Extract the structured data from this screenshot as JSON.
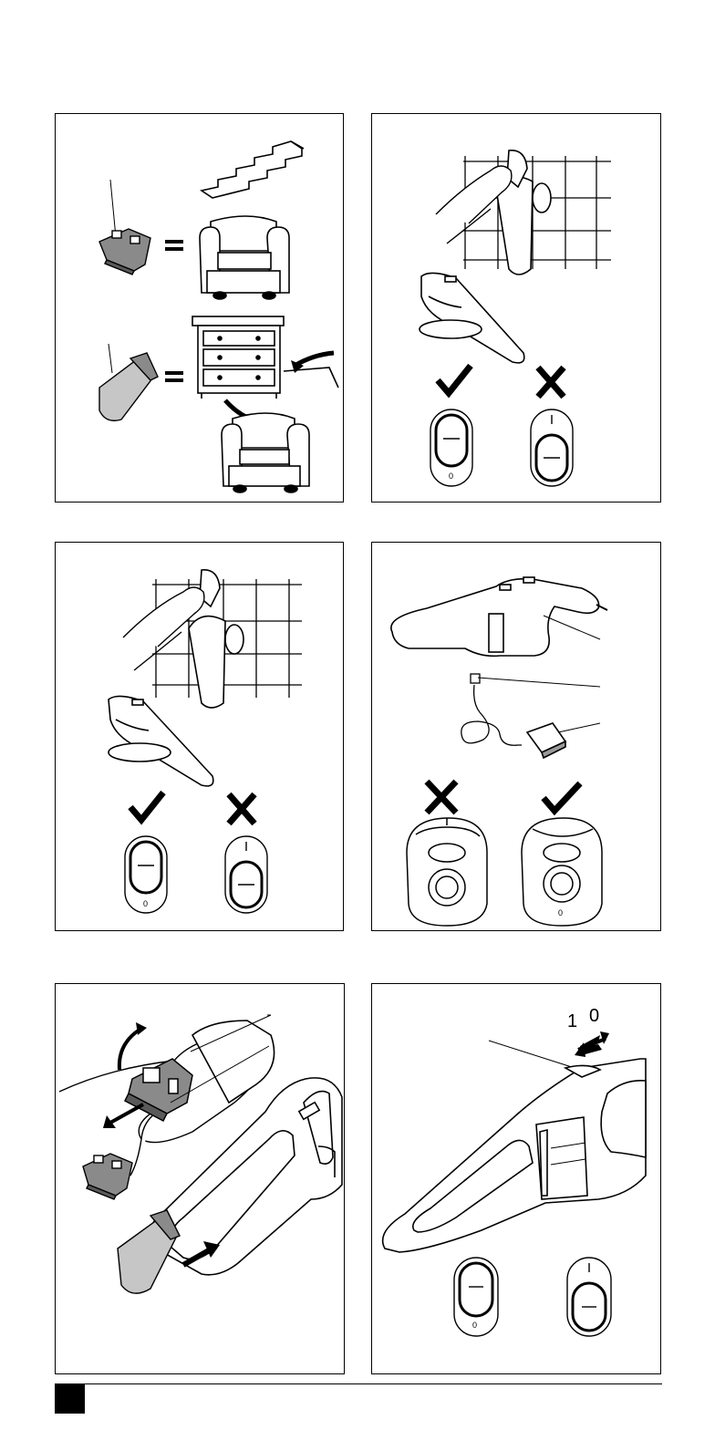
{
  "page": {
    "figures": [
      {
        "id": "fig1",
        "subject": "nozzle-attachments-furniture"
      },
      {
        "id": "fig2",
        "subject": "charging-base-wall-mounted"
      },
      {
        "id": "fig3",
        "subject": "charging-base-wall-mounted-alt"
      },
      {
        "id": "fig4",
        "subject": "charger-and-base"
      },
      {
        "id": "fig5",
        "subject": "bowl-and-filter-removal"
      },
      {
        "id": "fig6",
        "subject": "on-off-switch"
      }
    ],
    "switch_labels": {
      "off": "0",
      "on": "I"
    },
    "fig6_switch_indicator": {
      "on": "1",
      "off": "0"
    }
  }
}
